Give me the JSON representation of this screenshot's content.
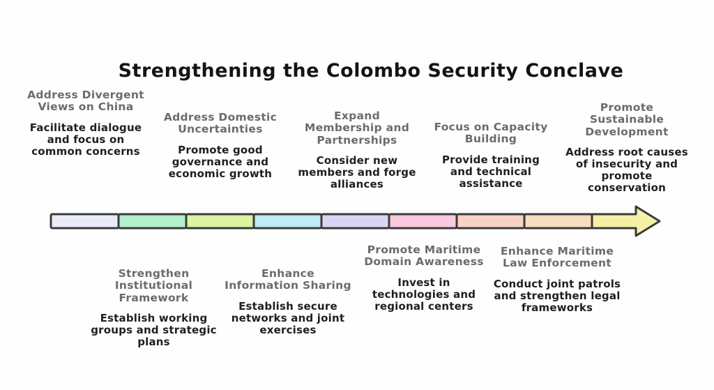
{
  "title": "Strengthening the Colombo Security Conclave",
  "timeline": {
    "type": "roadmap-arrow",
    "direction": "left-to-right",
    "segment_count": 9,
    "outline_color": "#3a3a3a",
    "segment_colors": [
      "#e9ecf8",
      "#b4f0cd",
      "#dcf3a1",
      "#c0eaf4",
      "#dbd5f5",
      "#f9c9e0",
      "#f9d2c6",
      "#f8dcbf",
      "#f4f0a6"
    ]
  },
  "top_items": [
    {
      "heading": "Address Divergent Views on China",
      "detail": "Facilitate dialogue and focus on common concerns"
    },
    {
      "heading": "Address Domestic Uncertainties",
      "detail": "Promote good governance and economic growth"
    },
    {
      "heading": "Expand Membership and Partnerships",
      "detail": "Consider new members and forge alliances"
    },
    {
      "heading": "Focus on Capacity Building",
      "detail": "Provide training and technical assistance"
    },
    {
      "heading": "Promote Sustainable Development",
      "detail": "Address root causes of insecurity and promote conservation"
    }
  ],
  "bottom_items": [
    {
      "heading": "Strengthen Institutional Framework",
      "detail": "Establish working groups and strategic plans"
    },
    {
      "heading": "Enhance Information Sharing",
      "detail": "Establish secure networks and joint exercises"
    },
    {
      "heading": "Promote Maritime Domain Awareness",
      "detail": "Invest in technologies and regional centers"
    },
    {
      "heading": "Enhance Maritime Law Enforcement",
      "detail": "Conduct joint patrols and strengthen legal frameworks"
    }
  ],
  "colors": {
    "title_text": "#141414",
    "heading_text": "#6b6b6b",
    "detail_text": "#1f1f1f",
    "background": "#fefefe"
  }
}
